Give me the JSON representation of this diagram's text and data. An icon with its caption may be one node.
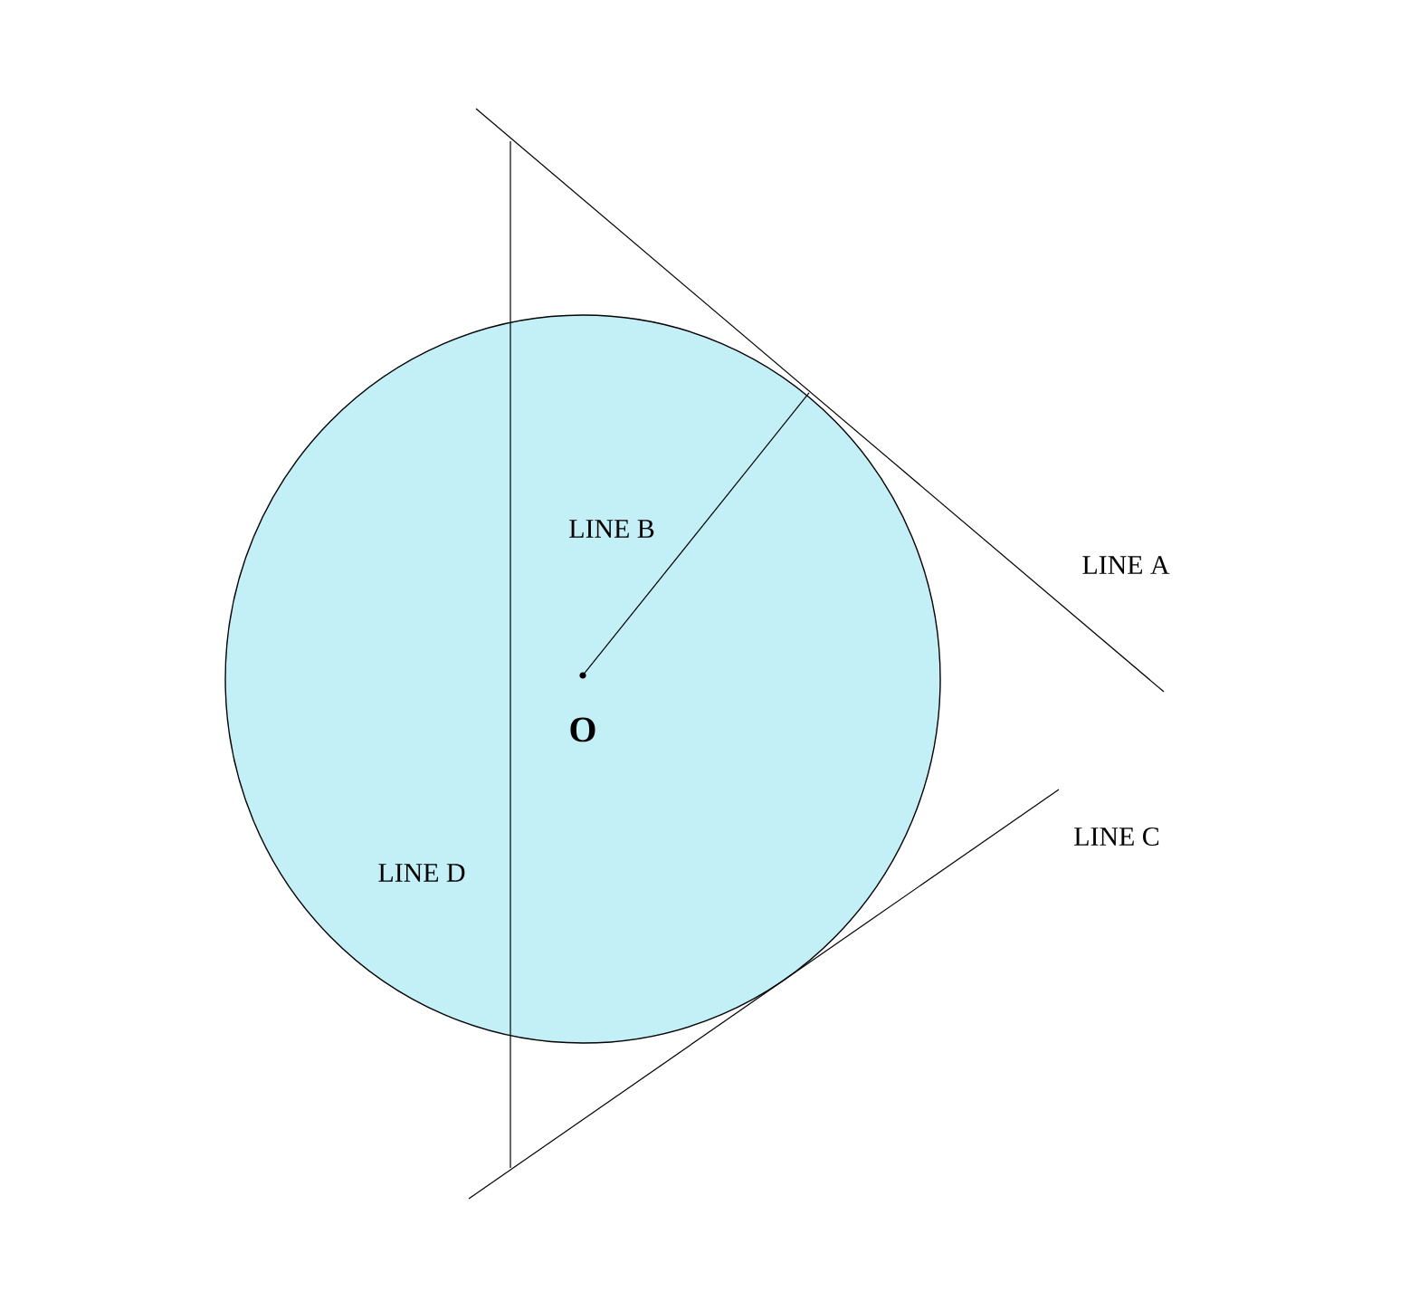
{
  "diagram": {
    "labels": [
      "LINE B",
      "LINE A",
      "O",
      "LINE C",
      "LINE D"
    ]
  }
}
